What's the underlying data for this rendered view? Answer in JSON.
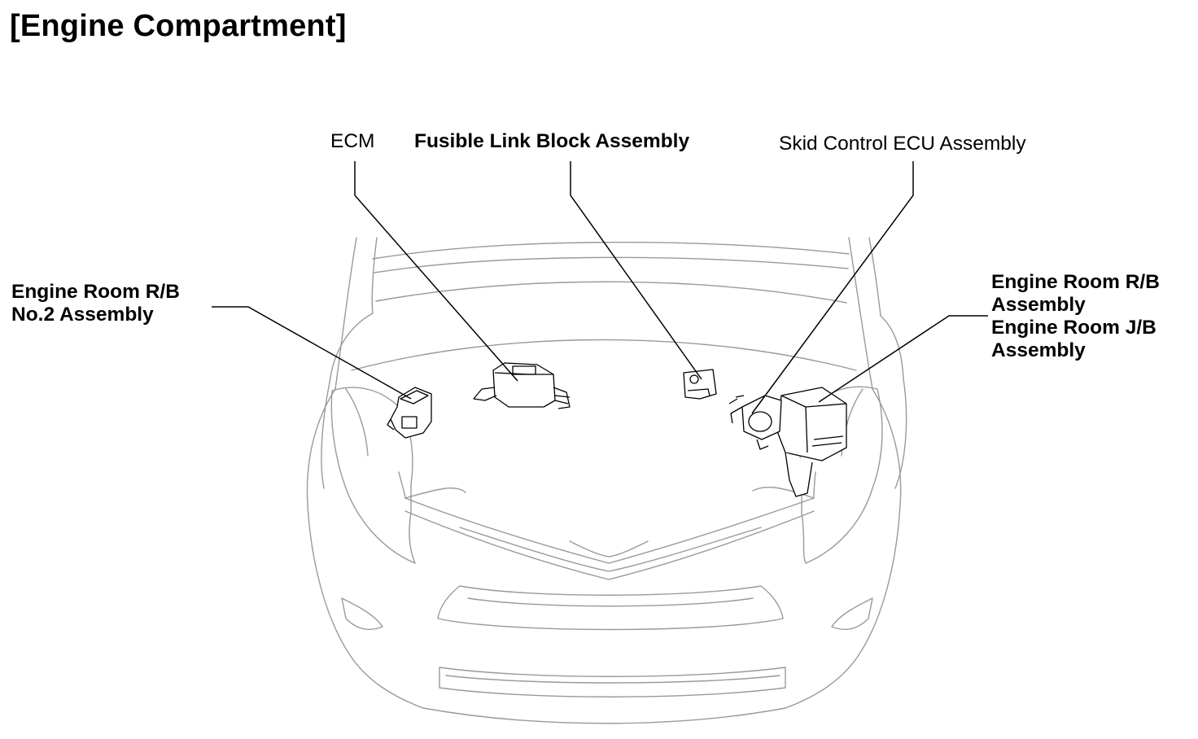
{
  "title": "[Engine Compartment]",
  "labels": {
    "ecm": "ECM",
    "fusible_link": "Fusible Link Block Assembly",
    "skid_control": "Skid Control ECU Assembly",
    "rb2_line1": "Engine Room R/B",
    "rb2_line2": "No.2 Assembly",
    "rb_line1": "Engine Room R/B",
    "rb_line2": "Assembly",
    "jb_line1": "Engine Room J/B",
    "jb_line2": "Assembly"
  },
  "colors": {
    "line": "#000000",
    "body_outline": "#9a9a9a",
    "background": "#ffffff"
  }
}
